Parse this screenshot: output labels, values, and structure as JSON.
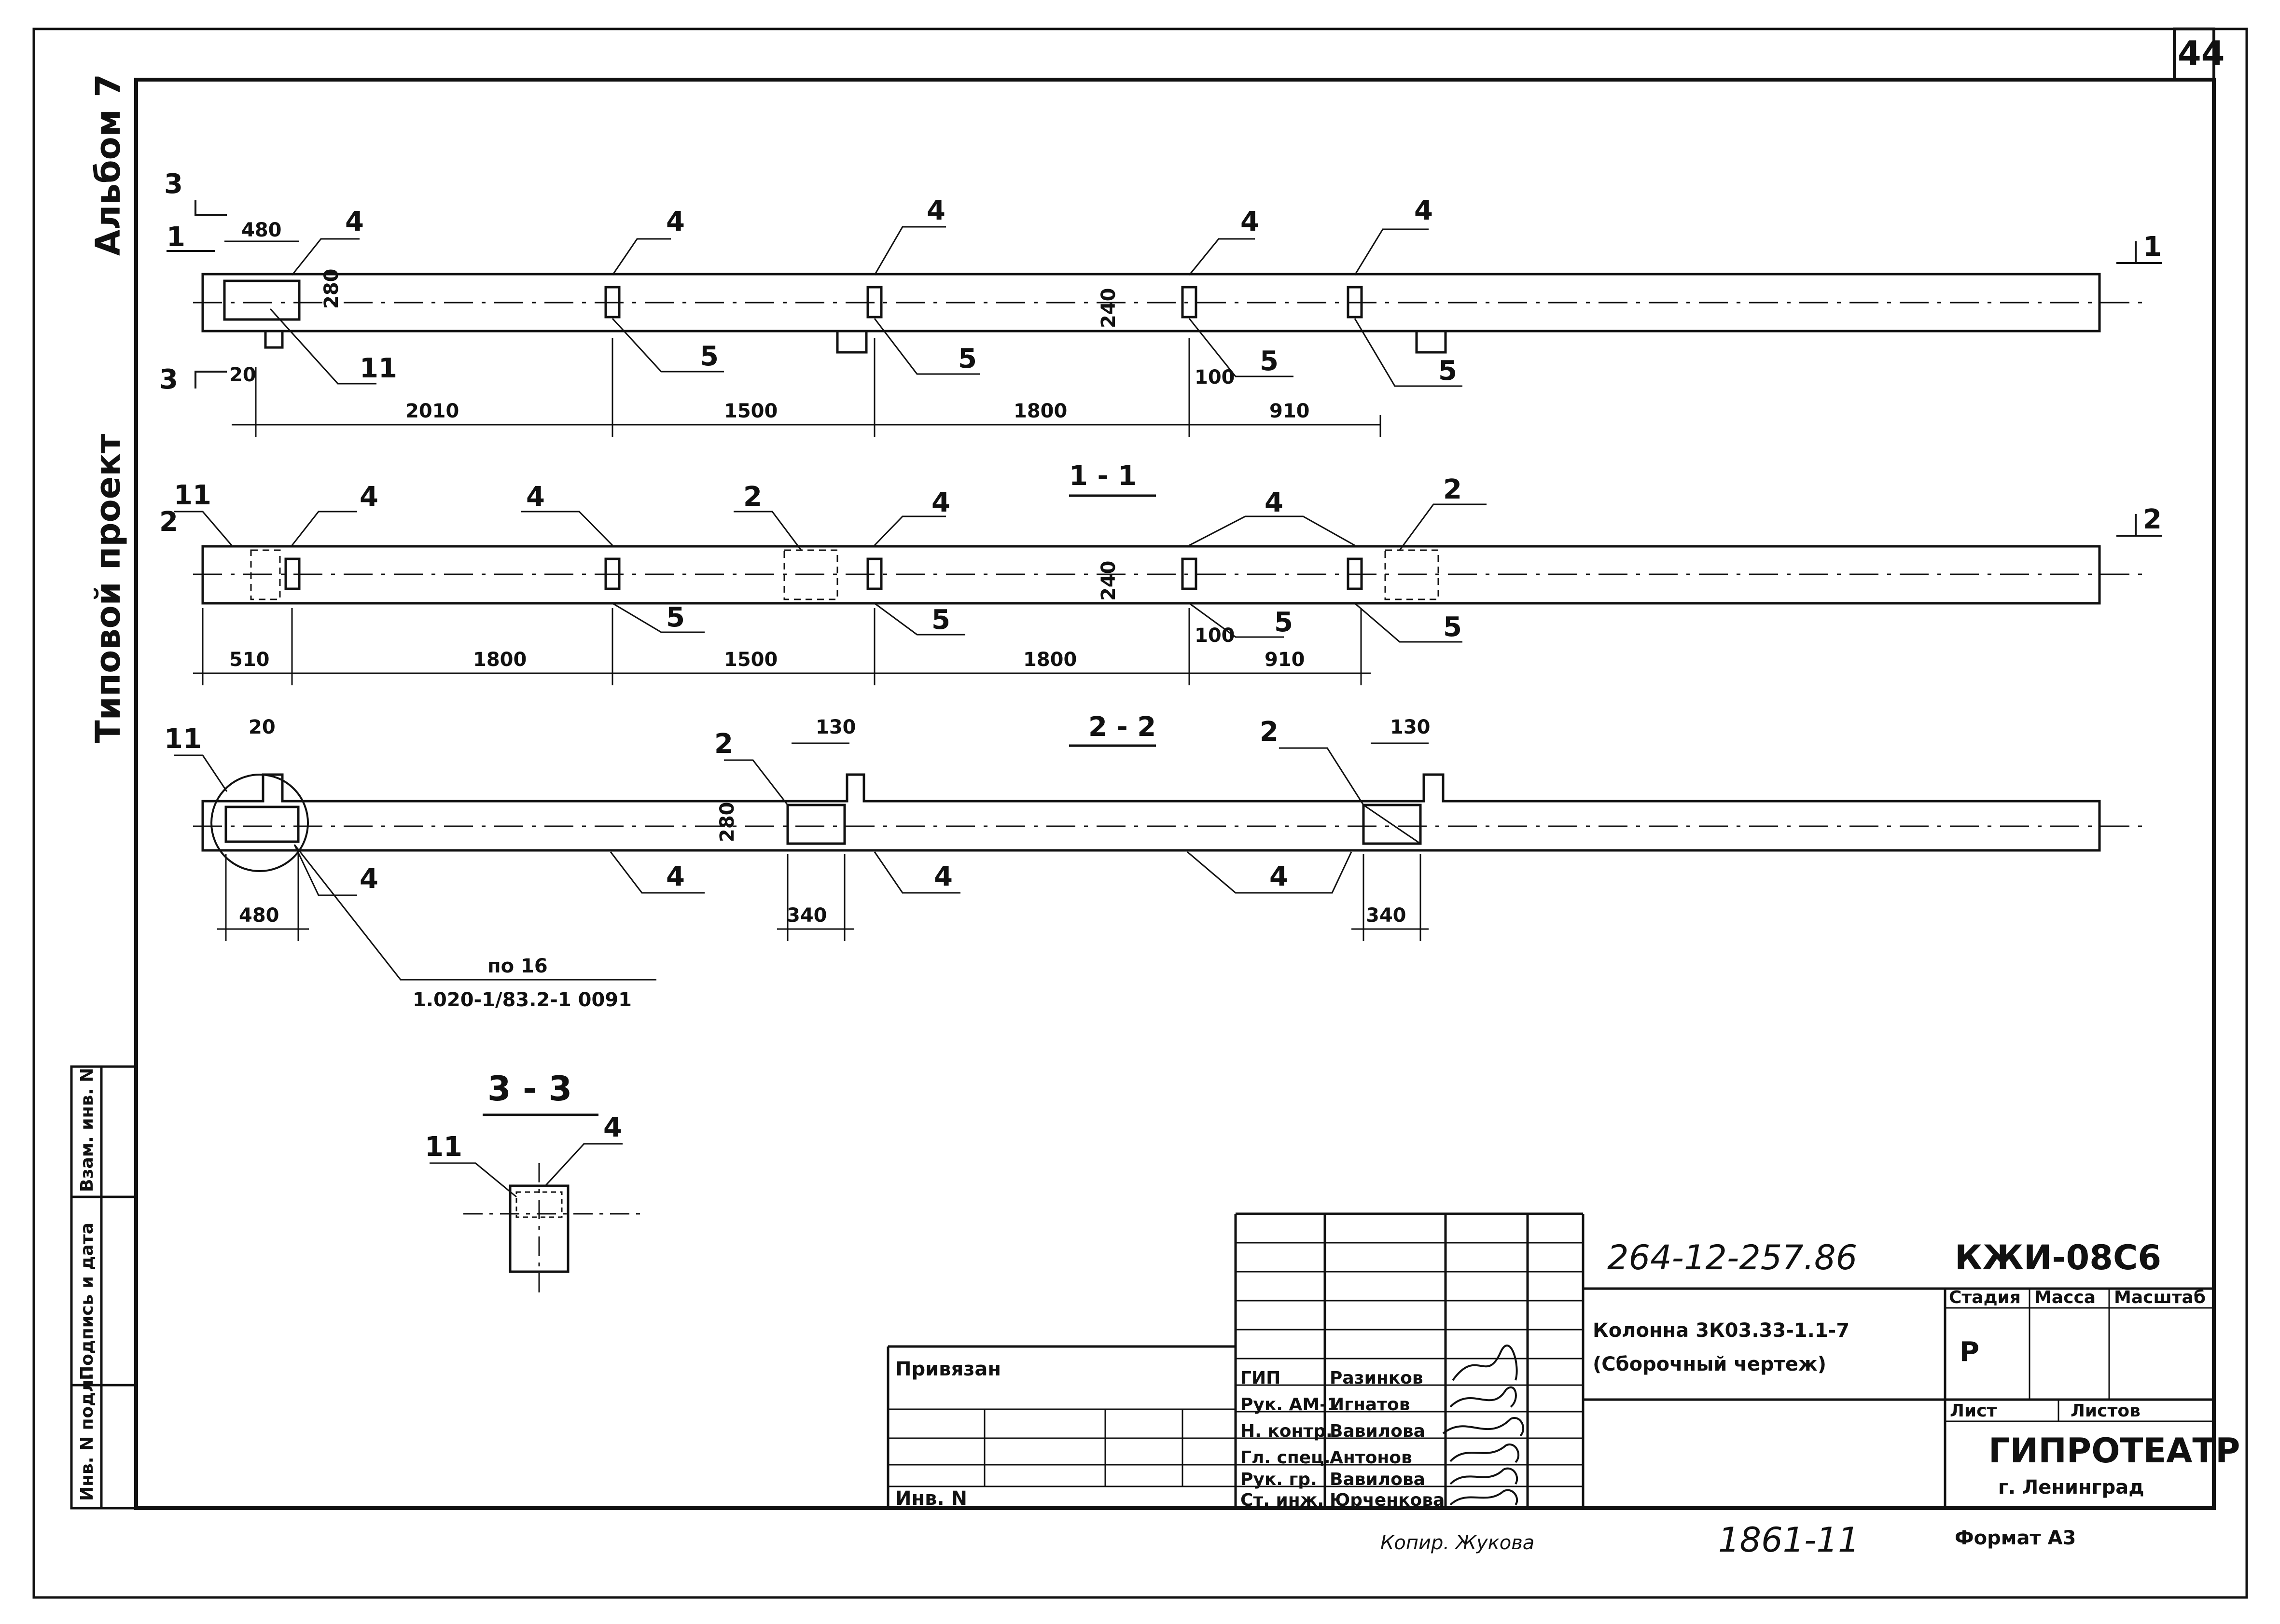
{
  "page_number": "44",
  "side_labels": {
    "album": "Альбом 7",
    "project_type": "Типовой проект"
  },
  "side_stamp": [
    "Инв. N подл.",
    "Подпись и дата",
    "Взам. инв. N"
  ],
  "views": {
    "plan": {
      "cut_marks": [
        "3",
        "3",
        "1",
        "1"
      ],
      "dims_top": [
        "480",
        "280",
        "20",
        "240",
        "100"
      ],
      "dims_bottom": [
        "2010",
        "1500",
        "1800",
        "910"
      ],
      "refs": [
        "4",
        "4",
        "4",
        "4",
        "4",
        "11",
        "5",
        "5",
        "5",
        "5"
      ]
    },
    "section_1": {
      "title": "1 - 1",
      "cut_marks": [
        "2",
        "2"
      ],
      "dims_top": [
        "240",
        "100"
      ],
      "dims_bottom": [
        "510",
        "1800",
        "1500",
        "1800",
        "910"
      ],
      "refs": [
        "11",
        "4",
        "4",
        "2",
        "4",
        "4",
        "2",
        "5",
        "5",
        "5",
        "5"
      ]
    },
    "section_2": {
      "title": "2 - 2",
      "dims": [
        "20",
        "130",
        "280",
        "130",
        "480",
        "340",
        "340"
      ],
      "refs": [
        "11",
        "2",
        "2",
        "4",
        "4",
        "4",
        "4"
      ],
      "note_line1": "по 16",
      "note_line2": "1.020-1/83.2-1 0091"
    },
    "section_3": {
      "title": "3 - 3",
      "refs": [
        "11",
        "4"
      ]
    }
  },
  "title_block": {
    "doc_number": "264-12-257.86",
    "doc_code": "КЖИ-08С6",
    "title_line1": "Колонна 3К03.33-1.1-7",
    "title_line2": "(Сборочный чертеж)",
    "headers": {
      "stage": "Стадия",
      "mass": "Масса",
      "scale": "Масштаб"
    },
    "stage_value": "Р",
    "sheet_label": "Лист",
    "sheets_label": "Листов",
    "org_name": "ГИПРОТЕАТР",
    "org_city": "г. Ленинград",
    "bound_label": "Привязан",
    "inv_label": "Инв. N",
    "roles": [
      {
        "role": "ГИП",
        "name": "Разинков"
      },
      {
        "role": "Рук. АМ-1",
        "name": "Игнатов"
      },
      {
        "role": "Н. контр.",
        "name": "Вавилова"
      },
      {
        "role": "Гл. спец.",
        "name": "Антонов"
      },
      {
        "role": "Рук. гр.",
        "name": "Вавилова"
      },
      {
        "role": "Ст. инж.",
        "name": "Юрченкова"
      }
    ]
  },
  "footer": {
    "copied_by": "Копир. Жукова",
    "order_number": "1861-11",
    "format": "Формат А3"
  }
}
